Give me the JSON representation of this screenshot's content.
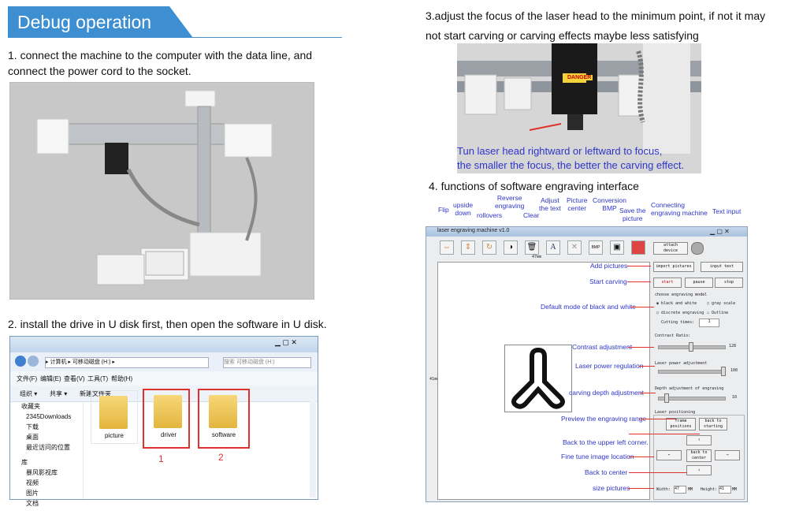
{
  "header": {
    "title": "Debug operation",
    "accent": "#3d8fd1"
  },
  "steps": {
    "s1a": "1. connect the machine to the computer with the data line, and",
    "s1b": "connect the power cord to the socket.",
    "s2": "2. install the drive in U disk first, then open the software in U disk.",
    "s3a": "3.adjust the focus of the laser head to the minimum point, if not it may",
    "s3b": "not start carving or  carving effects maybe less satisfying",
    "s4": "4. functions of software engraving interface"
  },
  "focus_caption": {
    "line1": "Tun laser head rightward or leftward to focus,",
    "line2": "the smaller the focus, the better the carving effect."
  },
  "laser_label": "DANGER",
  "explorer": {
    "address": "▸ 计算机 ▸ 可移动磁盘 (H:) ▸",
    "search_placeholder": "搜索 可移动磁盘 (H:)",
    "menu": [
      "文件(F)",
      "编辑(E)",
      "查看(V)",
      "工具(T)",
      "帮助(H)"
    ],
    "toolbar": [
      "组织 ▾",
      "共享 ▾",
      "新建文件夹"
    ],
    "sidebar": [
      "收藏夹",
      "2345Downloads",
      "下载",
      "桌面",
      "最近访问的位置",
      "库",
      "暴风影视库",
      "视频",
      "图片",
      "文档"
    ],
    "folders": [
      "picture",
      "driver",
      "software"
    ],
    "markers": [
      "1",
      "2"
    ]
  },
  "software": {
    "title": "laser engraving machine v1.0",
    "toolbar_labels": {
      "flip": "Flip",
      "upside_down": "upside\ndown",
      "rollovers": "rollovers",
      "reverse": "Reverse\nengraving",
      "clear": "Clear",
      "adjust_text": "Adjust\nthe text",
      "picture_center": "Picture\ncenter",
      "conversion": "Conversion\nBMP",
      "save": "Save the\npicture",
      "connecting": "Connecting\nengraving machine",
      "text_input": "Text input"
    },
    "buttons": {
      "attach": "attach\ndevice",
      "import_pictures": "import pictures",
      "input_text": "input text",
      "start": "start",
      "pause": "pause",
      "stop": "stop",
      "frame": "frame\npositions",
      "back_start": "back to\nstarting",
      "back_center": "back to\ncenter",
      "up": "↑",
      "down": "↓",
      "left": "←",
      "right": "→"
    },
    "labels": {
      "model": "choose engraving model",
      "bw": "black and white",
      "gray": "gray scale",
      "discrete": "discrete engraving",
      "outline": "Outline",
      "cutting": "Cutting times:",
      "cutting_val": "1",
      "contrast": "Contrast Ratio:",
      "contrast_val": "128",
      "power": "Laser power adjustment",
      "power_val": "100",
      "depth": "Depth adjustment of engraving",
      "depth_val": "10",
      "positioning": "Laser positioning",
      "width": "Width:",
      "width_val": "47",
      "mm1": "MM",
      "height": "Height:",
      "height_val": "41",
      "mm2": "MM",
      "dim_top": "47mm",
      "dim_left": "41mm"
    },
    "annotations": {
      "add_pictures": "Add pictures",
      "start_carving": "Start carving",
      "default_mode": "Default mode of black and white",
      "contrast": "Contrast adjustment",
      "power": "Laser power regulation",
      "depth": "carving depth adjustment",
      "preview": "Preview the engraving range",
      "back_upper_left": "Back to the upper left corner.",
      "fine_tune": "Fine tune image location",
      "back_center": "Back to  center",
      "size": "size pictures"
    }
  }
}
